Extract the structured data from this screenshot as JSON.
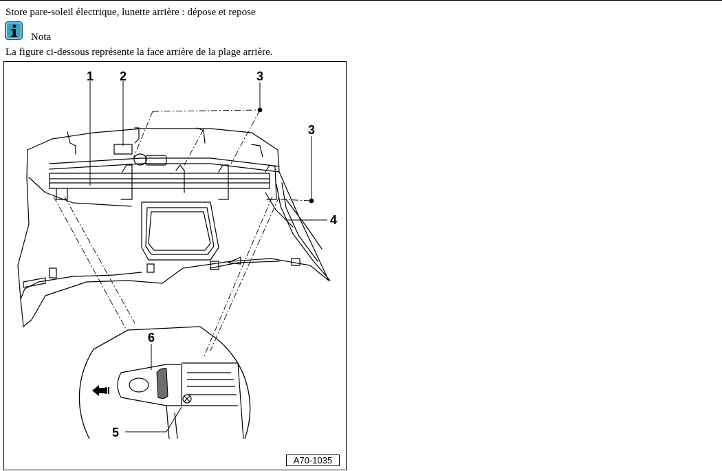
{
  "document": {
    "title": "Store pare-soleil électrique, lunette arrière : dépose et repose",
    "note_label": "Nota",
    "note_icon": "info-icon",
    "caption": "La figure ci-dessous représente la face arrière de la plage arrière."
  },
  "figure": {
    "reference": "A70-1035",
    "callouts": [
      "1",
      "2",
      "3",
      "3",
      "4",
      "5",
      "6"
    ],
    "accent_color": "#3aa1c6"
  }
}
